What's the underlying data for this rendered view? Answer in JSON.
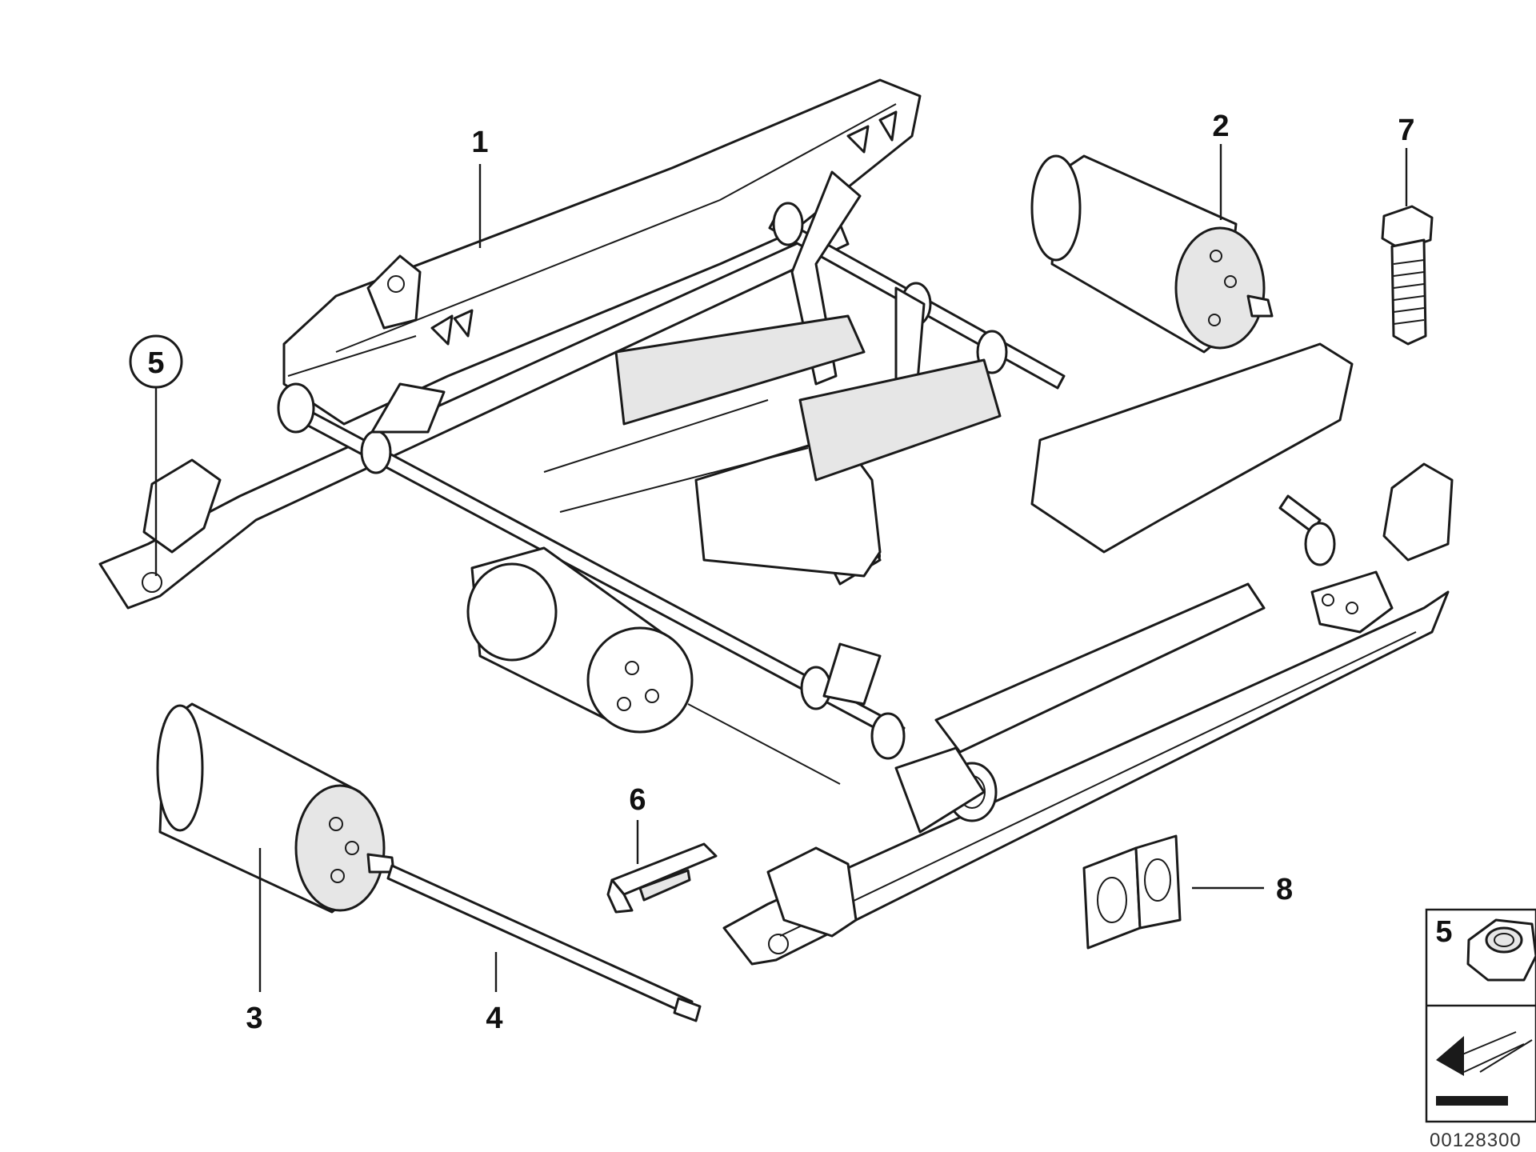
{
  "callouts": {
    "frame": "1",
    "motor_top": "2",
    "motor_bottom": "3",
    "flex_shaft": "4",
    "nut_circled": "5",
    "clip": "6",
    "bolt": "7",
    "bracket": "8"
  },
  "inset": {
    "item_number": "5",
    "arrow_icon": "arrow-down-left-icon",
    "nut_icon": "hex-nut-icon"
  },
  "doc_number": "00128300",
  "colors": {
    "line": "#1a1a1a",
    "shade": "#e6e6e6",
    "background": "#ffffff"
  }
}
